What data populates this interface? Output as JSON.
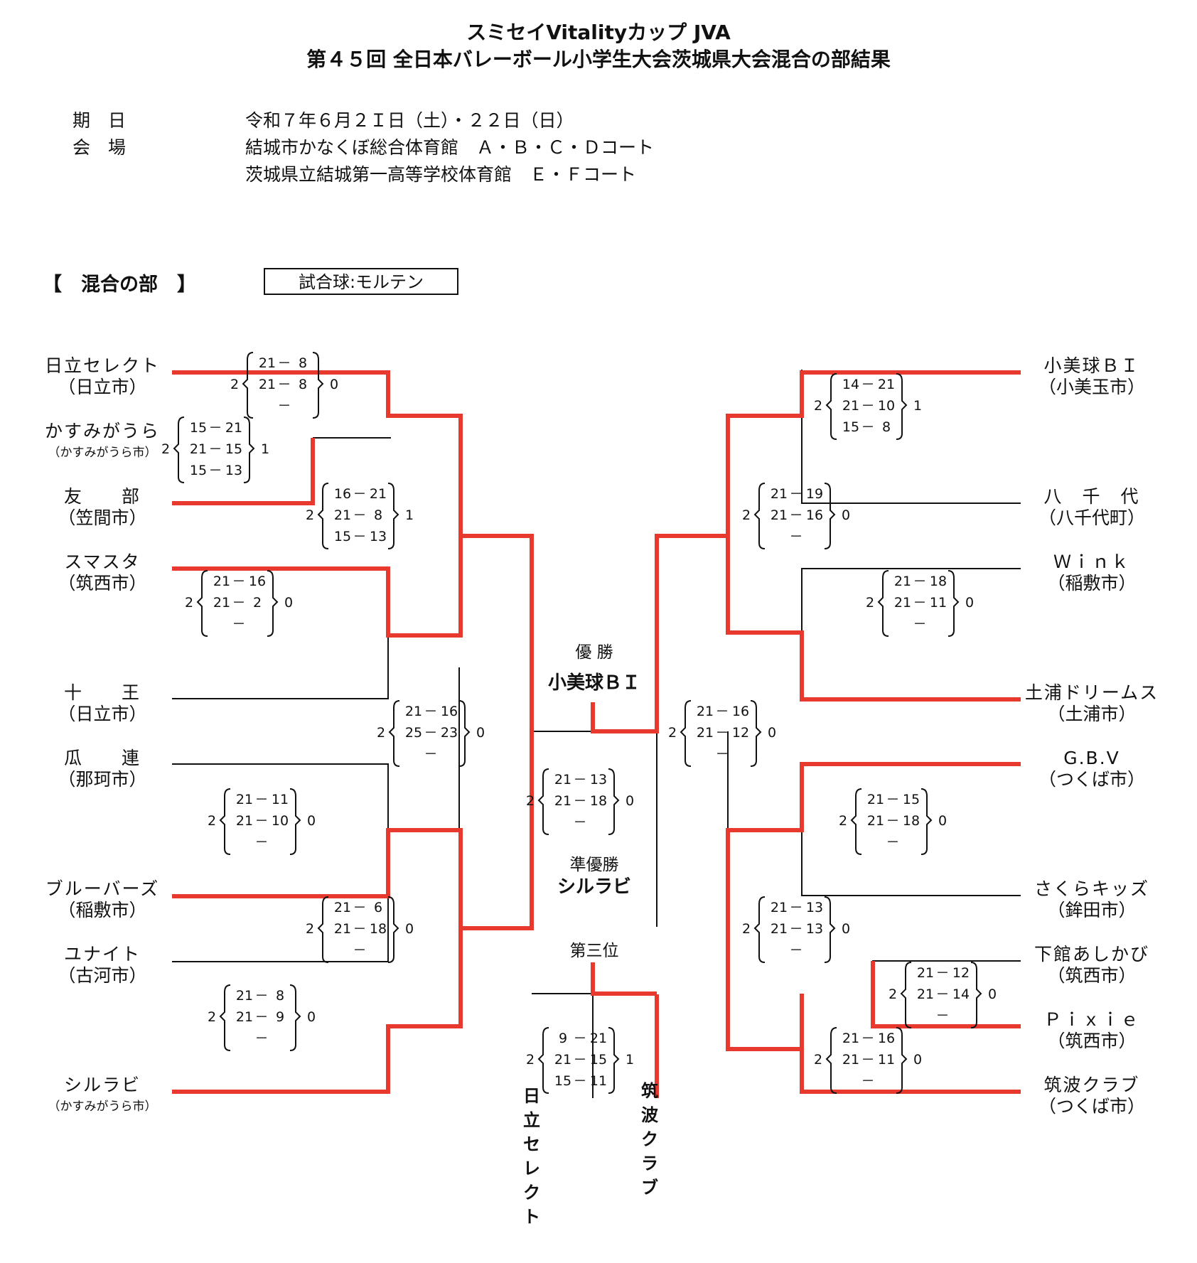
{
  "header": {
    "title_line1": "スミセイVitalityカップ JVA",
    "title_line2": "第４５回 全日本バレーボール小学生大会茨城県大会混合の部結果"
  },
  "info": {
    "date_label": "期　日",
    "date_value": "令和７年６月２Ｉ日（土）・２２日（日）",
    "venue_label": "会　場",
    "venue_value1": "結城市かなくぼ総合体育館　Ａ・Ｂ・Ｃ・Ｄコート",
    "venue_value2": "茨城県立結城第一高等学校体育館　Ｅ・Ｆコート"
  },
  "section": {
    "category": "【　混合の部　】",
    "ball": "試合球:モルテン"
  },
  "teams_left": [
    {
      "name": "日立セレクト",
      "city": "（日立市）"
    },
    {
      "name": "かすみがうら",
      "city": "（かすみがうら市）"
    },
    {
      "name": "友　　部",
      "city": "（笠間市）"
    },
    {
      "name": "スマスタ",
      "city": "（筑西市）"
    },
    {
      "name": "十　　王",
      "city": "（日立市）"
    },
    {
      "name": "瓜　　連",
      "city": "（那珂市）"
    },
    {
      "name": "ブルーバーズ",
      "city": "（稲敷市）"
    },
    {
      "name": "ユナイト",
      "city": "（古河市）"
    },
    {
      "name": "シルラビ",
      "city": "（かすみがうら市）"
    }
  ],
  "teams_right": [
    {
      "name": "小美球ＢＩ",
      "city": "（小美玉市）"
    },
    {
      "name": "八　千　代",
      "city": "（八千代町）"
    },
    {
      "name": "Ｗｉｎｋ",
      "city": "（稲敷市）"
    },
    {
      "name": "土浦ドリームス",
      "city": "（土浦市）"
    },
    {
      "name": "G.B.V",
      "city": "（つくば市）"
    },
    {
      "name": "さくらキッズ",
      "city": "（鉾田市）"
    },
    {
      "name": "下館あしかび",
      "city": "（筑西市）"
    },
    {
      "name": "Ｐｉｘｉｅ",
      "city": "（筑西市）"
    },
    {
      "name": "筑波クラブ",
      "city": "（つくば市）"
    }
  ],
  "results": {
    "champion_label": "優 勝",
    "champion": "小美球ＢＩ",
    "runner_up_label": "準優勝",
    "runner_up": "シルラビ",
    "third_label": "第三位",
    "third_left": "日立セレクト",
    "third_right": "筑波クラブ"
  },
  "scores": [
    {
      "id": "L1",
      "sets": [
        [
          "21",
          "8"
        ],
        [
          "21",
          "8"
        ],
        [
          "",
          ""
        ]
      ],
      "left": "2",
      "right": "0"
    },
    {
      "id": "L2",
      "sets": [
        [
          "15",
          "21"
        ],
        [
          "21",
          "15"
        ],
        [
          "15",
          "13"
        ]
      ],
      "left": "2",
      "right": "1"
    },
    {
      "id": "L3",
      "sets": [
        [
          "16",
          "21"
        ],
        [
          "21",
          "8"
        ],
        [
          "15",
          "13"
        ]
      ],
      "left": "2",
      "right": "1"
    },
    {
      "id": "L4",
      "sets": [
        [
          "21",
          "16"
        ],
        [
          "21",
          "2"
        ],
        [
          "",
          ""
        ]
      ],
      "left": "2",
      "right": "0"
    },
    {
      "id": "L5",
      "sets": [
        [
          "21",
          "16"
        ],
        [
          "25",
          "23"
        ],
        [
          "",
          ""
        ]
      ],
      "left": "2",
      "right": "0"
    },
    {
      "id": "L6",
      "sets": [
        [
          "21",
          "11"
        ],
        [
          "21",
          "10"
        ],
        [
          "",
          ""
        ]
      ],
      "left": "2",
      "right": "0"
    },
    {
      "id": "L7",
      "sets": [
        [
          "21",
          "6"
        ],
        [
          "21",
          "18"
        ],
        [
          "",
          ""
        ]
      ],
      "left": "2",
      "right": "0"
    },
    {
      "id": "L8",
      "sets": [
        [
          "21",
          "8"
        ],
        [
          "21",
          "9"
        ],
        [
          "",
          ""
        ]
      ],
      "left": "2",
      "right": "0"
    },
    {
      "id": "R1",
      "sets": [
        [
          "14",
          "21"
        ],
        [
          "21",
          "10"
        ],
        [
          "15",
          "8"
        ]
      ],
      "left": "2",
      "right": "1"
    },
    {
      "id": "R2",
      "sets": [
        [
          "21",
          "19"
        ],
        [
          "21",
          "16"
        ],
        [
          "",
          ""
        ]
      ],
      "left": "2",
      "right": "0"
    },
    {
      "id": "R3",
      "sets": [
        [
          "21",
          "18"
        ],
        [
          "21",
          "11"
        ],
        [
          "",
          ""
        ]
      ],
      "left": "2",
      "right": "0"
    },
    {
      "id": "R4",
      "sets": [
        [
          "21",
          "16"
        ],
        [
          "21",
          "12"
        ],
        [
          "",
          ""
        ]
      ],
      "left": "2",
      "right": "0"
    },
    {
      "id": "R5",
      "sets": [
        [
          "21",
          "15"
        ],
        [
          "21",
          "18"
        ],
        [
          "",
          ""
        ]
      ],
      "left": "2",
      "right": "0"
    },
    {
      "id": "R6",
      "sets": [
        [
          "21",
          "13"
        ],
        [
          "21",
          "13"
        ],
        [
          "",
          ""
        ]
      ],
      "left": "2",
      "right": "0"
    },
    {
      "id": "R7",
      "sets": [
        [
          "21",
          "12"
        ],
        [
          "21",
          "14"
        ],
        [
          "",
          ""
        ]
      ],
      "left": "2",
      "right": "0"
    },
    {
      "id": "R8",
      "sets": [
        [
          "21",
          "16"
        ],
        [
          "21",
          "11"
        ],
        [
          "",
          ""
        ]
      ],
      "left": "2",
      "right": "0"
    },
    {
      "id": "F",
      "sets": [
        [
          "21",
          "13"
        ],
        [
          "21",
          "18"
        ],
        [
          "",
          ""
        ]
      ],
      "left": "2",
      "right": "0"
    },
    {
      "id": "T3",
      "sets": [
        [
          "9",
          "21"
        ],
        [
          "21",
          "15"
        ],
        [
          "15",
          "11"
        ]
      ],
      "left": "2",
      "right": "1"
    }
  ],
  "colors": {
    "winner_line": "#e8392f",
    "line": "#111111"
  }
}
